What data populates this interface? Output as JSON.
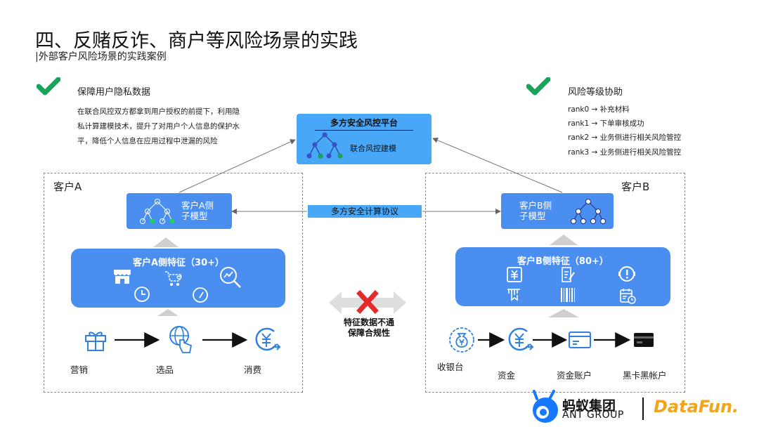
{
  "header": {
    "title": "四、反赌反诈、商户等风险场景的实践",
    "subtitle": "|外部客户风险场景的实践案例"
  },
  "privacy": {
    "heading": "保障用户隐私数据",
    "description": "在联合风控双方都拿到用户授权的前提下，利用隐私计算建模技术，提升了对用户个人信息的保护水平，降低个人信息在应用过程中泄漏的风险"
  },
  "risk_levels": {
    "heading": "风险等级协助",
    "items": [
      "rank0 → 补充材料",
      "rank1 → 下单审核成功",
      "rank2 → 业务侧进行相关风险管控",
      "rank3 → 业务侧进行相关风险管控"
    ]
  },
  "platform": {
    "title": "多方安全风控平台",
    "label": "联合风控建模"
  },
  "protocol": "多方安全计算协议",
  "customer_a": {
    "label": "客户A",
    "sub_model": "客户A侧\n子模型",
    "features": "客户A侧特征（30+）",
    "flow": [
      "营销",
      "选品",
      "消费"
    ]
  },
  "customer_b": {
    "label": "客户B",
    "sub_model": "客户B侧\n子模型",
    "features": "客户B侧特征（80+）",
    "flow": [
      "收银台",
      "资金",
      "资金账户",
      "黑卡黑帐户"
    ]
  },
  "no_share_note": "特征数据不通\n保障合规性",
  "logos": {
    "ant_cn": "蚂蚁集团",
    "ant_en": "ANT GROUP",
    "datafun": "DataFun."
  },
  "colors": {
    "platform_blue": "#48a7f7",
    "box_blue": "#4a8ef0",
    "check_green": "#1aa35a",
    "cross_red": "#e32b2b"
  }
}
